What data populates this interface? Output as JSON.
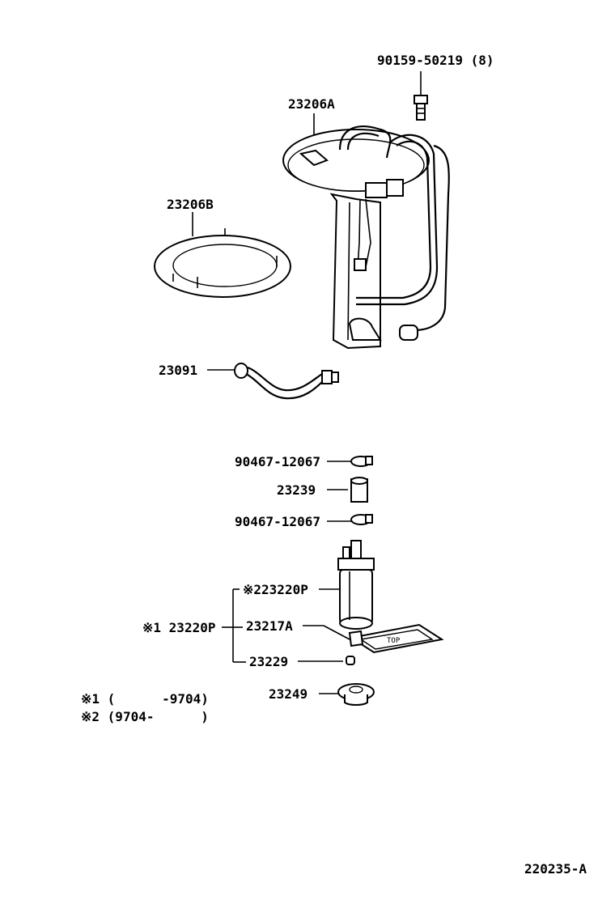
{
  "labels": {
    "bolt": "90159-50219 (8)",
    "sender_gauge": "23206A",
    "gasket": "23206B",
    "hose_outlet": "23091",
    "clamp_top": "90467-12067",
    "hose_short": "23239",
    "clamp_bottom": "90467-12067",
    "pump_sub2": "※223220P",
    "pump_sub1": "※1 23220P",
    "filter": "23217A",
    "clip": "23229",
    "cushion": "23249"
  },
  "notes": {
    "note1": "※1 (      -9704)",
    "note2": "※2 (9704-      )"
  },
  "footer": {
    "diagram_code": "220235-A"
  }
}
